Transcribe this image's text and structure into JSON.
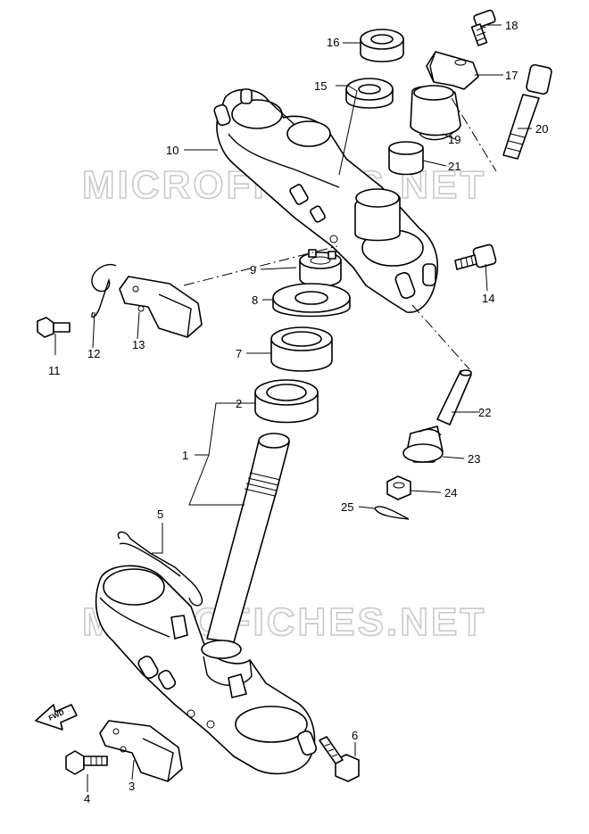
{
  "watermark": {
    "text": "MICROFICHES.NET"
  },
  "fwd_label": "FWD",
  "callouts": {
    "p1": "1",
    "p2": "2",
    "p3": "3",
    "p4": "4",
    "p5": "5",
    "p6": "6",
    "p7": "7",
    "p8": "8",
    "p9": "9",
    "p10": "10",
    "p11": "11",
    "p12": "12",
    "p13": "13",
    "p14": "14",
    "p15": "15",
    "p16": "16",
    "p17": "17",
    "p18": "18",
    "p19": "19",
    "p20": "20",
    "p21": "21",
    "p22": "22",
    "p23": "23",
    "p24": "24",
    "p25": "25"
  },
  "colors": {
    "line": "#000000",
    "watermark": "#c9c9c9",
    "background": "#ffffff"
  }
}
